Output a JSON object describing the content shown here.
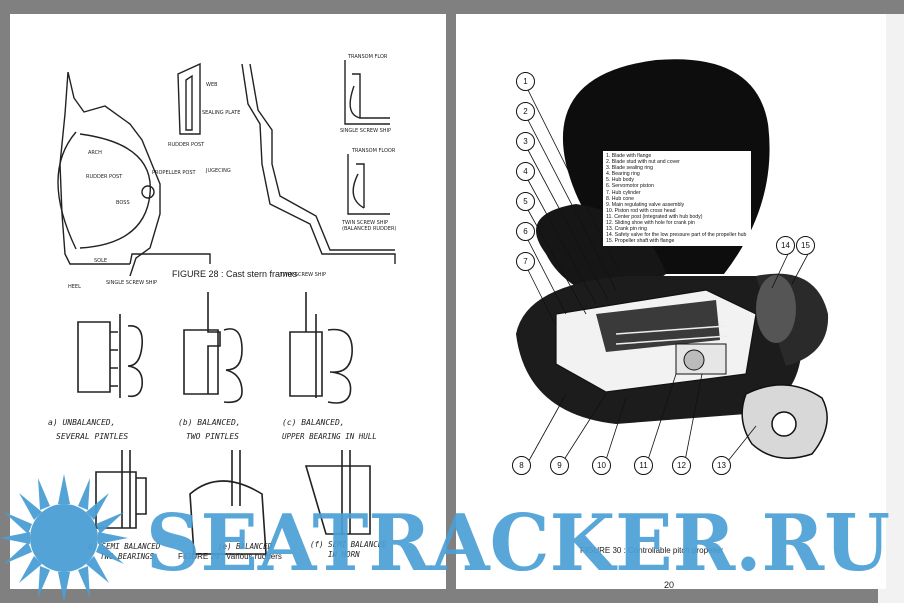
{
  "colors": {
    "frame": "#808080",
    "paper": "#ffffff",
    "ink": "#1a1a1a",
    "watermark": "#4b9fd5"
  },
  "left_page": {
    "figure28": {
      "caption": "FIGURE 28 : Cast stern frames",
      "labels": {
        "arch": "ARCH",
        "rudder_post_left": "RUDDER POST",
        "propeller_post": "PROPELLER POST",
        "boss": "BOSS",
        "sole": "SOLE",
        "heel": "HEEL",
        "single_screw": "SINGLE SCREW SHIP",
        "web": "WEB",
        "sealing_plate": "SEALING PLATE",
        "rudder_post_mid": "RUDDER POST",
        "jugecing": "JUGECING",
        "twin_screw": "TWIN SCREW SHIP",
        "transom_floor_top": "TRANSOM FLOR",
        "single_screw_right": "SINGLE SCREW SHIP",
        "transom_floor_bottom": "TRANSOM FLOOR",
        "twin_screw_balanced": "TWIN SCREW SHIP (BALANCED RUDDER)"
      }
    },
    "figure29": {
      "caption": "FIGURE 29 : Various rudders",
      "a_line1": "a) UNBALANCED,",
      "a_line2": "SEVERAL PINTLES",
      "b_line1": "(b) BALANCED,",
      "b_line2": "TWO PINTLES",
      "c_line1": "(c) BALANCED,",
      "c_line2": "UPPER BEARING IN HULL",
      "d_line1": "d) SEMI BALANCED",
      "d_line2": "TWO BEARINGS",
      "e_line1": "(e) BALANCED",
      "f_line1": "(f) SEMI BALANCED",
      "f_line2": "IN HORN"
    }
  },
  "right_page": {
    "figure30": {
      "caption": "FIGURE 30 : Controllable pitch propeller",
      "legend": [
        "1. Blade with flange",
        "2. Blade stud with nut and cover",
        "3. Blade sealing ring",
        "4. Bearing ring",
        "5. Hub body",
        "6. Servomotor piston",
        "7. Hub cylinder",
        "8. Hub cone",
        "9. Main regulating valve assembly",
        "10. Piston rod with cross head",
        "11. Center post (integrated with hub body)",
        "12. Sliding shoe with hole for crank pin",
        "13. Crank pin ring",
        "14. Safety valve for the low pressure part of the propeller hub",
        "15. Propeller shaft with flange"
      ],
      "callouts": [
        "1",
        "2",
        "3",
        "4",
        "5",
        "6",
        "7",
        "8",
        "9",
        "10",
        "11",
        "12",
        "13",
        "14",
        "15"
      ],
      "page_number": "20"
    }
  },
  "watermark": {
    "text": "SEATRACKER.RU"
  }
}
